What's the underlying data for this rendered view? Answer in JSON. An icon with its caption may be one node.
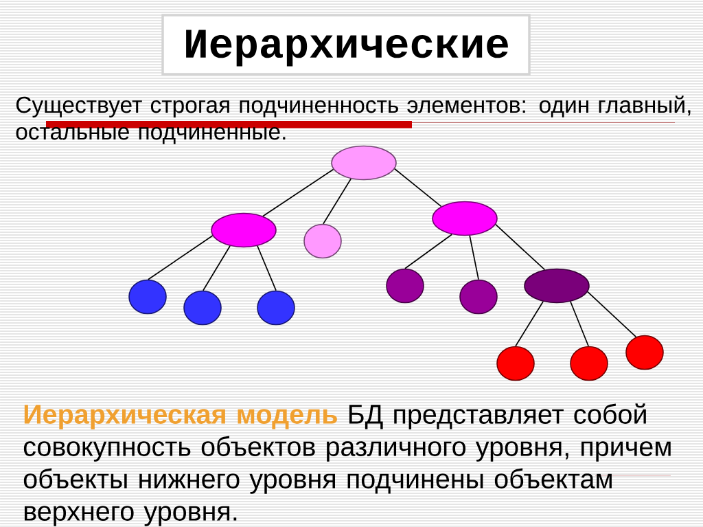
{
  "diagram": {
    "title": "Иерархические",
    "nodes": [
      {
        "text": [],
        "shape": "ellipse"
      },
      {
        "text": [],
        "shape": "ellipse"
      },
      {
        "text": [],
        "shape": "circle"
      },
      {
        "text": [],
        "shape": "ellipse"
      },
      {
        "text": [],
        "shape": "circle"
      },
      {
        "text": [],
        "shape": "circle"
      },
      {
        "text": [],
        "shape": "circle"
      },
      {
        "text": [],
        "shape": "circle"
      },
      {
        "text": [],
        "shape": "circle"
      },
      {
        "text": [],
        "shape": "ellipse"
      },
      {
        "text": [],
        "shape": "circle"
      },
      {
        "text": [],
        "shape": "circle"
      },
      {
        "text": [],
        "shape": "circle"
      }
    ],
    "edges": [
      {
        "from": 0,
        "to": 1,
        "arrow": "none"
      },
      {
        "from": 0,
        "to": 2,
        "arrow": "none"
      },
      {
        "from": 0,
        "to": 3,
        "arrow": "none"
      },
      {
        "from": 1,
        "to": 4,
        "arrow": "none"
      },
      {
        "from": 1,
        "to": 5,
        "arrow": "none"
      },
      {
        "from": 1,
        "to": 6,
        "arrow": "none"
      },
      {
        "from": 3,
        "to": 7,
        "arrow": "none"
      },
      {
        "from": 3,
        "to": 8,
        "arrow": "none"
      },
      {
        "from": 3,
        "to": 9,
        "arrow": "none"
      },
      {
        "from": 9,
        "to": 10,
        "arrow": "none"
      },
      {
        "from": 9,
        "to": 11,
        "arrow": "none"
      },
      {
        "from": 9,
        "to": 12,
        "arrow": "none"
      }
    ],
    "labels": [
      "Существует строгая подчиненность элементов: один главный, остальные подчиненные.",
      "**Иерархическая модель** БД представляет собой совокупность объектов различного уровня, причем объекты нижнего уровня подчинены объектам верхнего уровня."
    ]
  }
}
